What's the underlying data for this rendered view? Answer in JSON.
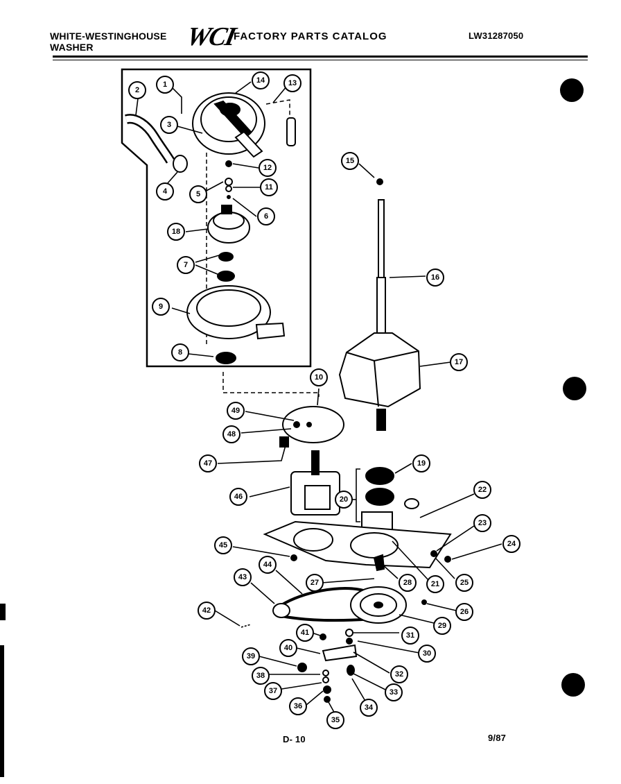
{
  "header": {
    "brand_line1": "WHITE-WESTINGHOUSE",
    "brand_line2": "WASHER",
    "logo": "WCI",
    "catalog_title": "FACTORY PARTS CATALOG",
    "model_number": "LW31287050"
  },
  "footer": {
    "page_code": "D- 10",
    "date_code": "9/87"
  },
  "callouts": [
    "1",
    "2",
    "3",
    "4",
    "5",
    "6",
    "7",
    "8",
    "9",
    "10",
    "11",
    "12",
    "13",
    "14",
    "15",
    "16",
    "17",
    "18",
    "19",
    "20",
    "21",
    "22",
    "23",
    "24",
    "25",
    "26",
    "27",
    "28",
    "29",
    "30",
    "31",
    "32",
    "33",
    "34",
    "35",
    "36",
    "37",
    "38",
    "39",
    "40",
    "41",
    "42",
    "43",
    "44",
    "45",
    "46",
    "47",
    "48",
    "49"
  ],
  "colors": {
    "ink": "#000000",
    "paper": "#ffffff"
  }
}
